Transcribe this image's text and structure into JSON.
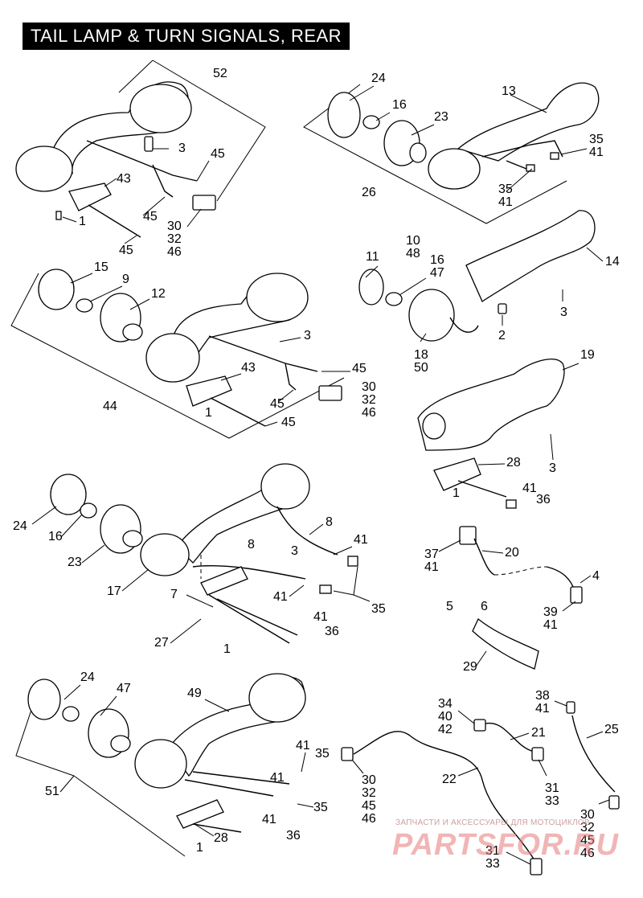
{
  "title": "TAIL LAMP & TURN SIGNALS, REAR",
  "watermark": {
    "caption": "ЗАПЧАСТИ И АКСЕССУАРЫ ДЛЯ МОТОЦИКЛОВ",
    "logo": "PARTSFOR.RU"
  },
  "callouts": {
    "c52": "52",
    "c3a": "3",
    "c45a": "45",
    "c43a": "43",
    "c1a": "1",
    "c45b": "45",
    "c30a": "30\n32\n46",
    "c45c": "45",
    "c24a": "24",
    "c16a": "16",
    "c23a": "23",
    "c13": "13",
    "c35a": "35\n41",
    "c35b": "35\n41",
    "c26": "26",
    "c15": "15",
    "c9": "9",
    "c12": "12",
    "c3b": "3",
    "c43b": "43",
    "c45d": "45",
    "c30b": "30\n32\n46",
    "c45e": "45",
    "c1b": "1",
    "c44": "44",
    "c45f": "45",
    "c10": "10\n48",
    "c11": "11",
    "c16b": "16\n47",
    "c14": "14",
    "c3c": "3",
    "c2": "2",
    "c18": "18\n50",
    "c19": "19",
    "c28a": "28",
    "c3d": "3",
    "c1c": "1",
    "c41a": "41",
    "c36a": "36",
    "c24b": "24",
    "c16c": "16",
    "c23b": "23",
    "c17": "17",
    "c8a": "8",
    "c8b": "8",
    "c3e": "3",
    "c41b": "41",
    "c41c": "41",
    "c7": "7",
    "c35c": "35",
    "c27": "27",
    "c1d": "1",
    "c41d": "41",
    "c36b": "36",
    "c37": "37\n41",
    "c20": "20",
    "c4": "4",
    "c5": "5",
    "c6": "6",
    "c39": "39\n41",
    "c29": "29",
    "c24c": "24",
    "c47": "47",
    "c49": "49",
    "c41e": "41",
    "c35d": "35",
    "c41f": "41",
    "c35e": "35",
    "c51": "51",
    "c41g": "41",
    "c36c": "36",
    "c28b": "28",
    "c1e": "1",
    "c34": "34\n40\n42",
    "c21": "21",
    "c22": "22",
    "c31a": "31\n33",
    "c30c": "30\n32\n45\n46",
    "c38": "38\n41",
    "c25": "25",
    "c30d": "30\n32\n45\n46",
    "c31b": "31\n33"
  }
}
